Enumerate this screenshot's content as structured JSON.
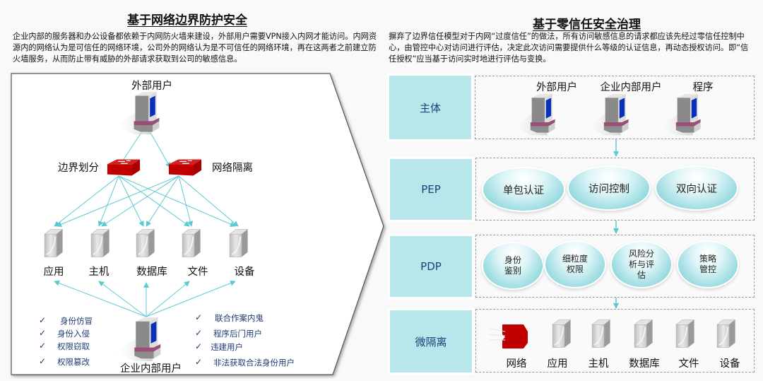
{
  "left": {
    "title": "基于网络边界防护安全",
    "description": "企业内部的服务器和办公设备都依赖于内网防火墙来建设，外部用户需要VPN接入内网才能访问。内网资源内的网络认为是可信任的网络环境，公司外的网络认为是不可信任的网络环境，再在这两者之前建立防火墙服务，从而防止带有威胁的外部请求获取到公司的敏感信息。",
    "external_user": "外部用户",
    "firewalls": [
      {
        "label": "边界划分",
        "icon": "firewall-icon"
      },
      {
        "label": "网络隔离",
        "icon": "firewall-icon"
      }
    ],
    "resources": [
      {
        "label": "应用",
        "icon": "server-icon"
      },
      {
        "label": "主机",
        "icon": "server-icon"
      },
      {
        "label": "数据库",
        "icon": "server-icon"
      },
      {
        "label": "文件",
        "icon": "server-icon"
      },
      {
        "label": "设备",
        "icon": "server-icon"
      }
    ],
    "internal_user": "企业内部用户",
    "check_mark": "✓",
    "risks_left": [
      "身份仿冒",
      "身份入侵",
      "权限窃取",
      "权限篡改"
    ],
    "risks_right": [
      "联合作案内鬼",
      "程序后门用户",
      "违建用户",
      "非法获取合法身份用户"
    ]
  },
  "right": {
    "title": "基于零信任安全治理",
    "description": "摒弃了边界信任模型对于内网“过度信任”的做法，所有访问敏感信息的请求都应该先经过零信任控制中心，由管控中心对访问进行评估，决定此次访问需要提供什么等级的认证信息，再动态授权访问。即“信任授权”应当基于访问实时地进行评估与变换。",
    "rows": [
      {
        "label": "主体",
        "items": [
          "外部用户",
          "企业内部用户",
          "程序"
        ]
      },
      {
        "label": "PEP",
        "items": [
          "单包认证",
          "访问控制",
          "双向认证"
        ]
      },
      {
        "label": "PDP",
        "items": [
          "身份\n鉴别",
          "细粒度\n权限",
          "风险分\n析与评\n估",
          "策略\n管控"
        ]
      },
      {
        "label": "微隔离",
        "items": [
          "网络",
          "应用",
          "主机",
          "数据库",
          "文件",
          "设备"
        ]
      }
    ]
  },
  "colors": {
    "arrow": "#5cc9d3",
    "label_box": "#b7e7ea",
    "label_text": "#1f3f7a",
    "firewall_red": "#c00000",
    "risk_text": "#1f3a74"
  }
}
